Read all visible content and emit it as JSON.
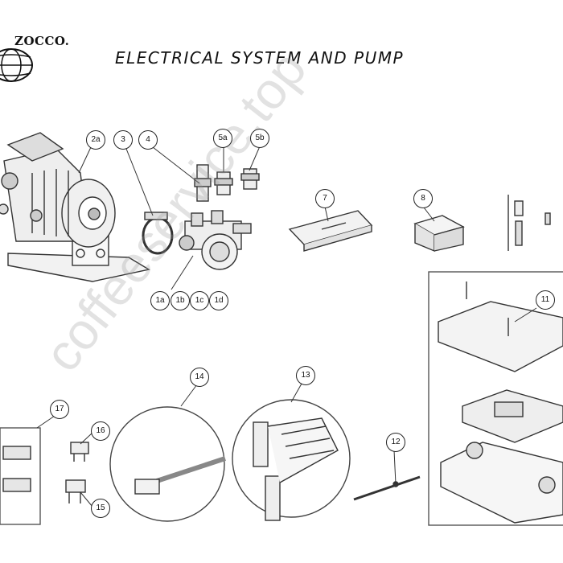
{
  "header": {
    "brand": "ZOCCO.",
    "title": "ELECTRICAL SYSTEM AND PUMP"
  },
  "watermark": "coffeeservice.top",
  "callouts": [
    "2a",
    "3",
    "4",
    "5a",
    "5b",
    "7",
    "8",
    "1a",
    "1b",
    "1c",
    "1d",
    "11",
    "14",
    "13",
    "17",
    "16",
    "15",
    "12"
  ]
}
